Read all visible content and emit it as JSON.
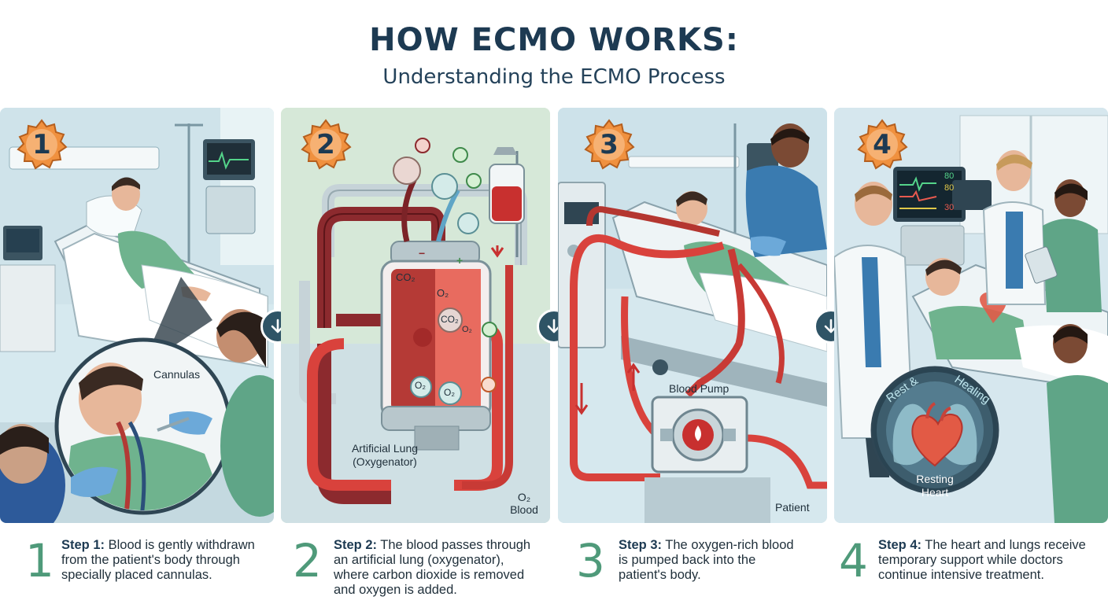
{
  "header": {
    "title": "HOW ECMO WORKS:",
    "subtitle": "Understanding the ECMO Process"
  },
  "panels": [
    {
      "number": "1",
      "labels": {
        "cannulas": "Cannulas"
      }
    },
    {
      "number": "2",
      "labels": {
        "co2_top": "CO₂",
        "o2_a": "O₂",
        "o2_b": "O₂",
        "co2_mid": "CO₂",
        "o2_c": "O₂",
        "o2_d": "O₂",
        "lung_1": "Artificial Lung",
        "lung_2": "(Oxygenator)",
        "o2_blood_1": "O₂",
        "o2_blood_2": "Blood",
        "minus": "−",
        "plus": "+"
      }
    },
    {
      "number": "3",
      "labels": {
        "pump": "Blood Pump",
        "patient": "Patient"
      }
    },
    {
      "number": "4",
      "labels": {
        "monitor_1": "80",
        "monitor_2": "80",
        "monitor_3": "30",
        "rest": "Rest &",
        "healing": "Healing",
        "resting_1": "Resting",
        "resting_2": "Heart"
      }
    }
  ],
  "steps": [
    {
      "number": "1",
      "label": "Step 1:",
      "text_1": " Blood is gently withdrawn",
      "text_2": "from the patient's body through",
      "text_3": "specially placed cannulas."
    },
    {
      "number": "2",
      "label": "Step 2:",
      "text_1": " The blood passes through",
      "text_2": "an artificial lung (oxygenator),",
      "text_3": "where carbon dioxide is removed",
      "text_4": "and oxygen is added."
    },
    {
      "number": "3",
      "label": "Step 3:",
      "text_1": " The oxygen-rich blood",
      "text_2": "is pumped back into the",
      "text_3": "patient's body."
    },
    {
      "number": "4",
      "label": "Step 4:",
      "text_1": " The heart and lungs receive",
      "text_2": "temporary support while doctors",
      "text_3": "continue intensive treatment."
    }
  ],
  "colors": {
    "title": "#1d3a52",
    "gear": "#f0913f",
    "step_number": "#4f9a7a",
    "blood_dark": "#8c2a2e",
    "blood_bright": "#d9423c",
    "arrow_button": "#2f5466"
  },
  "icons": [
    "gear-icon",
    "down-arrow-icon",
    "heart-icon",
    "lungs-icon",
    "blood-pump-icon",
    "iv-bag-icon",
    "monitor-icon"
  ]
}
